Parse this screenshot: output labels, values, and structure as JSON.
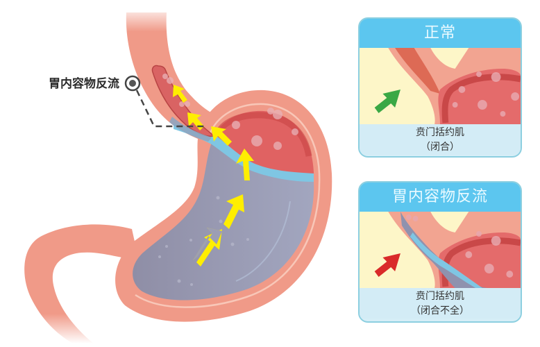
{
  "callout": {
    "label": "胃内容物反流",
    "marker_icon": "target-circle-icon"
  },
  "panels": [
    {
      "id": "normal",
      "title": "正常",
      "caption_line1": "贲门括约肌",
      "caption_line2": "（闭合）",
      "arrow_color": "#3aa845",
      "arrow_icon": "green-arrow-icon"
    },
    {
      "id": "reflux",
      "title": "胃内容物反流",
      "caption_line1": "贲门括约肌",
      "caption_line2": "（闭合不全）",
      "arrow_color": "#d92a2a",
      "arrow_icon": "red-arrow-icon"
    }
  ],
  "colors": {
    "stomach_wall": "#f09a88",
    "stomach_wall_light": "#f7b6a6",
    "stomach_inner_red": "#e06060",
    "gastric_fluid": "#9a9cb4",
    "fluid_surface": "#7fc6e3",
    "reflux_arrows": "#ffee00",
    "panel_header": "#5cc6ef",
    "panel_caption_bg": "#d3ecf6",
    "panel_bg_left": "#fdf6c8"
  }
}
